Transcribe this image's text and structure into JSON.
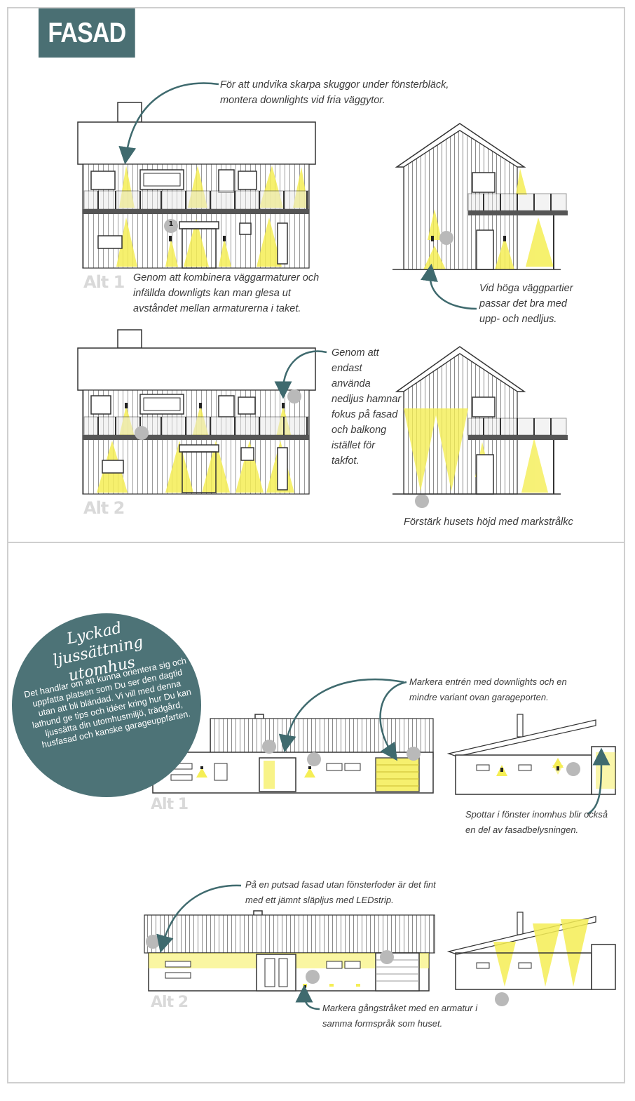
{
  "header": {
    "title": "FASAD"
  },
  "notes": {
    "top_note": "För att undvika skarpa skuggor under fönsterbläck, montera downlights vid fria väggytor.",
    "alt1_note": "Genom att kombinera väggarmaturer och infällda downligts kan man glesa ut avståndet mellan armaturerna i taket.",
    "side_note": "Vid höga väggpartier passar det bra med upp- och nedljus.",
    "alt2_note": "Genom att endast använda nedljus hamnar fokus på fasad och balkong istället för takfot.",
    "ground_note": "Förstärk husets höjd med markstrålkc",
    "entrance_note": "Markera entrén med downlights och en mindre variant ovan garageporten.",
    "window_note": "Spottar i fönster inomhus blir också en del av fasadbelysningen.",
    "ledstrip_note": "På en putsad fasad utan fönsterfoder är det fint med ett jämnt släpljus med LEDstrip.",
    "path_note": "Markera gångstråket med en armatur i samma formspråk som huset."
  },
  "labels": {
    "alt1_top": "Alt 1",
    "alt2_top": "Alt 2",
    "alt1_bottom": "Alt 1",
    "alt2_bottom": "Alt 2",
    "marker_number": "1"
  },
  "intro": {
    "title": "Lyckad ljussättning utomhus",
    "body": "Det handlar om att kunna orientera sig och uppfatta platsen som Du ser den dagtid utan att bli bländad. Vi vill med denna lathund ge tips och idéer kring hur Du kan ljussätta din utomhusmiljö, trädgård, husfasad och kanske garageuppfarten."
  },
  "colors": {
    "accent": "#4a6f73",
    "light": "#f3ea3c",
    "outline": "#333333",
    "dot": "#b9b9b9",
    "arrow": "#3f6a6e"
  }
}
